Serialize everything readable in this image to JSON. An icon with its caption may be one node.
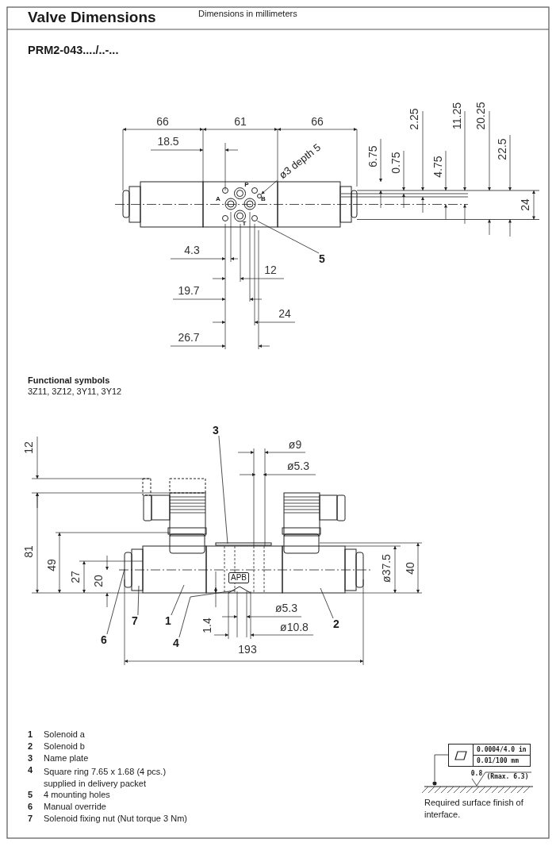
{
  "diagram": {
    "title": "Valve Dimensions",
    "nodes": [
      {
        "text": [
          "ø3 depth 5"
        ]
      },
      {
        "text": [
          "5"
        ]
      },
      {
        "text": [
          "3"
        ]
      },
      {
        "text": [
          "1"
        ]
      },
      {
        "text": [
          "2"
        ]
      },
      {
        "text": [
          "4"
        ]
      },
      {
        "text": [
          "6"
        ]
      },
      {
        "text": [
          "7"
        ]
      },
      {
        "text": [
          "0.0004/4.0 in",
          "0.01/100 mm"
        ]
      },
      {
        "text": [],
        "shape": "circle"
      },
      {
        "text": [],
        "shape": "circle"
      }
    ],
    "edges": [
      {
        "from": 0,
        "to": 9,
        "arrow": "to"
      },
      {
        "from": 1,
        "to": 10,
        "arrow": "none"
      },
      {
        "from": 2,
        "to": null,
        "arrow": "none"
      },
      {
        "from": 3,
        "to": null,
        "arrow": "none"
      },
      {
        "from": 4,
        "to": null,
        "arrow": "none"
      },
      {
        "from": 5,
        "to": null,
        "arrow": "none"
      },
      {
        "from": 6,
        "to": null,
        "arrow": "none"
      },
      {
        "from": 7,
        "to": null,
        "arrow": "none"
      },
      {
        "from": 8,
        "to": null,
        "arrow": "other"
      }
    ],
    "labels": [
      "Dimensions in millimeters",
      "PRM2-043..../..-...",
      "66",
      "61",
      "66",
      "18.5",
      "6.75",
      "0.75",
      "2.25",
      "4.75",
      "11.25",
      "20.25",
      "22.5",
      "24",
      "A",
      "P",
      "B",
      "T",
      "4.3",
      "12",
      "19.7",
      "24",
      "26.7",
      "Functional symbols",
      "3Z11, 3Z12, 3Y11, 3Y12",
      "12",
      "ø9",
      "ø5.3",
      "81",
      "49",
      "27",
      "20",
      "APB",
      "ø37.5",
      "40",
      "ø5.3",
      "1.4",
      "ø10.8",
      "193",
      "1",
      "Solenoid a",
      "2",
      "Solenoid b",
      "3",
      "Name plate",
      "4",
      "Square ring 7.65 x 1.68 (4 pcs.) supplied in delivery packet",
      "5",
      "4 mounting holes",
      "6",
      "Manual override",
      "7",
      "Solenoid fixing nut (Nut torque 3 Nm)",
      "0.8",
      "(Rmax. 6.3)",
      "Required surface finish of interface."
    ]
  }
}
